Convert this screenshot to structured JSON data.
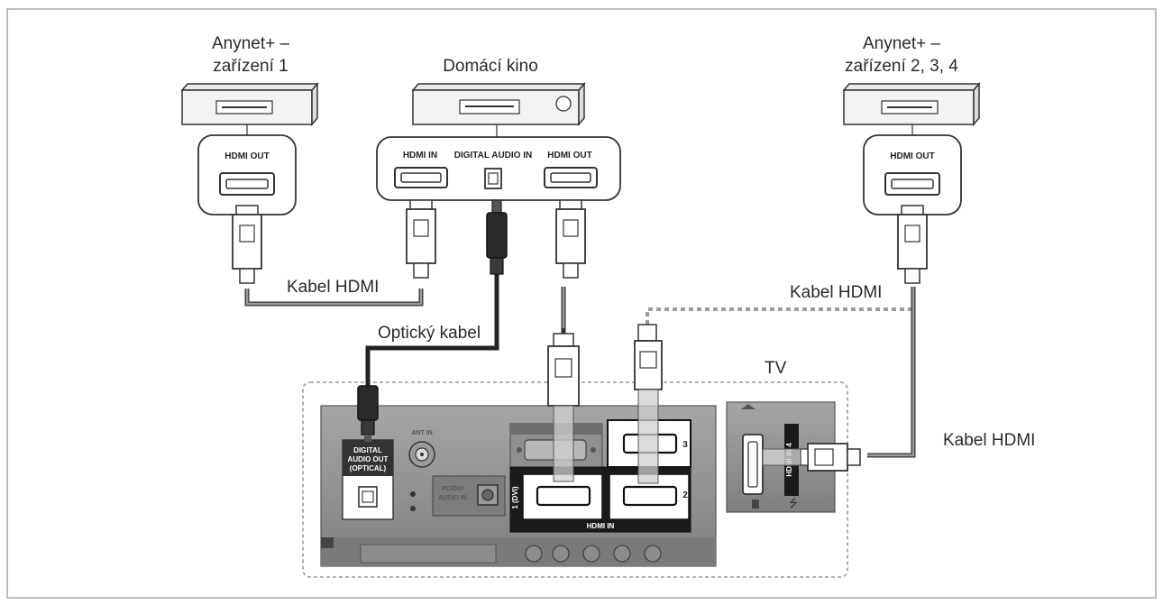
{
  "devices": {
    "device1": {
      "label_line1": "Anynet+ –",
      "label_line2": "zařízení 1",
      "port_label": "HDMI OUT"
    },
    "home_theater": {
      "label": "Domácí kino",
      "port_hdmi_in": "HDMI IN",
      "port_digital_audio_in": "DIGITAL AUDIO IN",
      "port_hdmi_out": "HDMI OUT"
    },
    "device234": {
      "label_line1": "Anynet+ –",
      "label_line2": "zařízení 2, 3, 4",
      "port_label": "HDMI OUT"
    }
  },
  "cables": {
    "hdmi_1": "Kabel HDMI",
    "optical": "Optický kabel",
    "hdmi_2": "Kabel HDMI",
    "hdmi_3": "Kabel HDMI"
  },
  "tv": {
    "label": "TV",
    "digital_audio_out_line1": "DIGITAL",
    "digital_audio_out_line2": "AUDIO OUT",
    "digital_audio_out_line3": "(OPTICAL)",
    "ant_in": "ANT IN",
    "pc_dvi_audio_in_line1": "PC/DVI",
    "pc_dvi_audio_in_line2": "AUDIO IN",
    "hdmi_in_label": "HDMI IN",
    "dvi_label": "1 (DVI)",
    "port_2": "2",
    "port_3": "3",
    "side_hdmi_in_4": "HDMI IN 4"
  },
  "colors": {
    "frame": "#bdbdbd",
    "device_fill": "#f3f3f3",
    "panel_fill": "#8d8d8d",
    "cable": "#6e6e6e",
    "dashed": "#9a9a9a"
  }
}
